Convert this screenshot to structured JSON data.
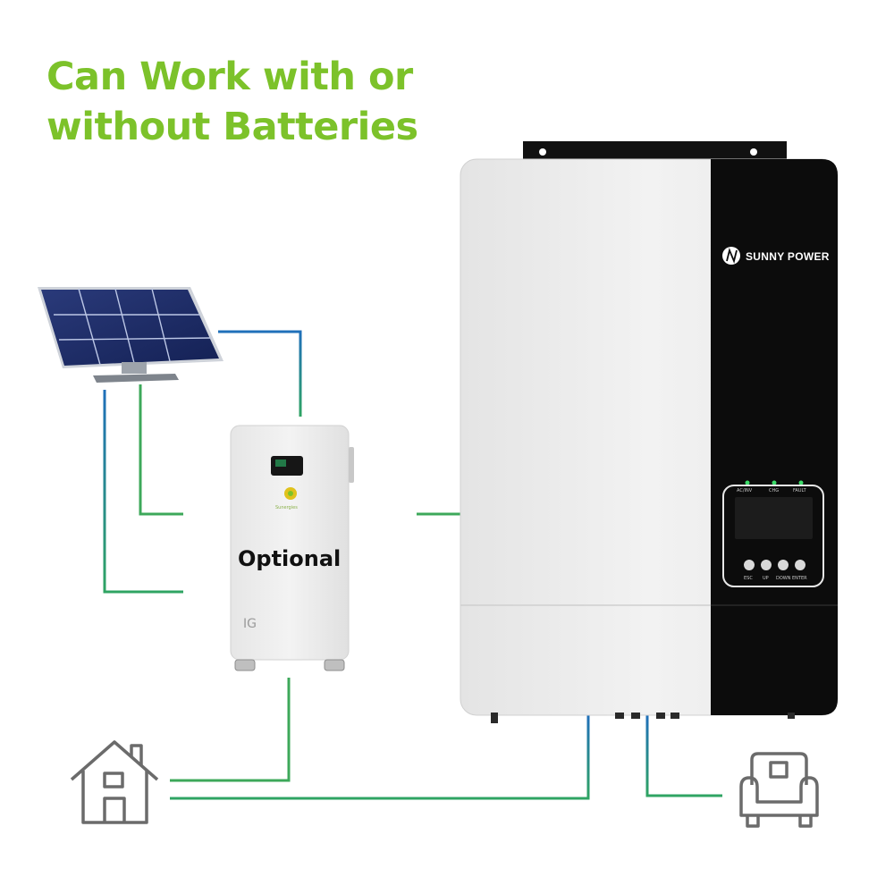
{
  "headline": {
    "line1": "Can Work with or",
    "line2": "without Batteries",
    "color": "#7cc22a"
  },
  "battery": {
    "label": "Optional"
  },
  "inverter": {
    "brand": "SUNNY POWER",
    "led_labels": [
      "AC/INV",
      "CHG",
      "FAULT"
    ],
    "button_labels": [
      "ESC",
      "UP",
      "DOWN",
      "ENTER"
    ],
    "body_color": "#ececec",
    "panel_color": "#0c0c0c"
  },
  "icons": [
    "solar-panel-icon",
    "battery-icon",
    "house-icon",
    "armchair-icon",
    "brand-logo-icon"
  ],
  "wires": {
    "blue": "#1a6fb8",
    "green": "#3da85a"
  }
}
